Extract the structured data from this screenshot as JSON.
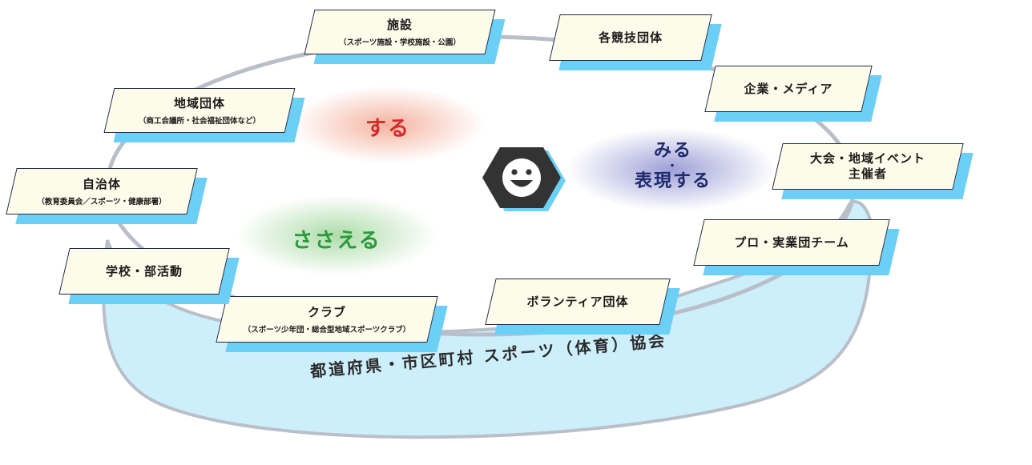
{
  "roles": {
    "suru": "する",
    "sasaeru": "ささえる",
    "miru_line1": "みる",
    "miru_line2": "・",
    "miru_line3": "表現する"
  },
  "colors": {
    "ring": "#b9bfc8",
    "association_area": "#cdeefb",
    "box_fill": "#fdfbe9",
    "box_shadow": "#6ccff6",
    "box_border": "#1f2a4a",
    "suru": "#d42a2a",
    "sasaeru": "#2a9a3c",
    "miru": "#1e2a6e",
    "face_hex": "#333333"
  },
  "center_icon": "smiling-face-hexagon-icon",
  "association": "都道府県・市区町村 スポーツ（体育）協会",
  "nodes": {
    "facilities": {
      "title": "施設",
      "sub": "（スポーツ施設・学校施設・公園）"
    },
    "sports_orgs": {
      "title": "各競技団体",
      "sub": ""
    },
    "companies_media": {
      "title": "企業・メディア",
      "sub": ""
    },
    "event_organizers": {
      "title": "大会・地域イベント",
      "title2": "主催者",
      "sub": ""
    },
    "pro_teams": {
      "title": "プロ・実業団チーム",
      "sub": ""
    },
    "volunteers": {
      "title": "ボランティア団体",
      "sub": ""
    },
    "clubs": {
      "title": "クラブ",
      "sub": "（スポーツ少年団・総合型地域スポーツクラブ）"
    },
    "schools": {
      "title": "学校・部活動",
      "sub": ""
    },
    "local_gov": {
      "title": "自治体",
      "sub": "（教育委員会／スポーツ・健康部署）"
    },
    "community_groups": {
      "title": "地域団体",
      "sub": "（商工会議所・社会福祉団体など）"
    }
  }
}
